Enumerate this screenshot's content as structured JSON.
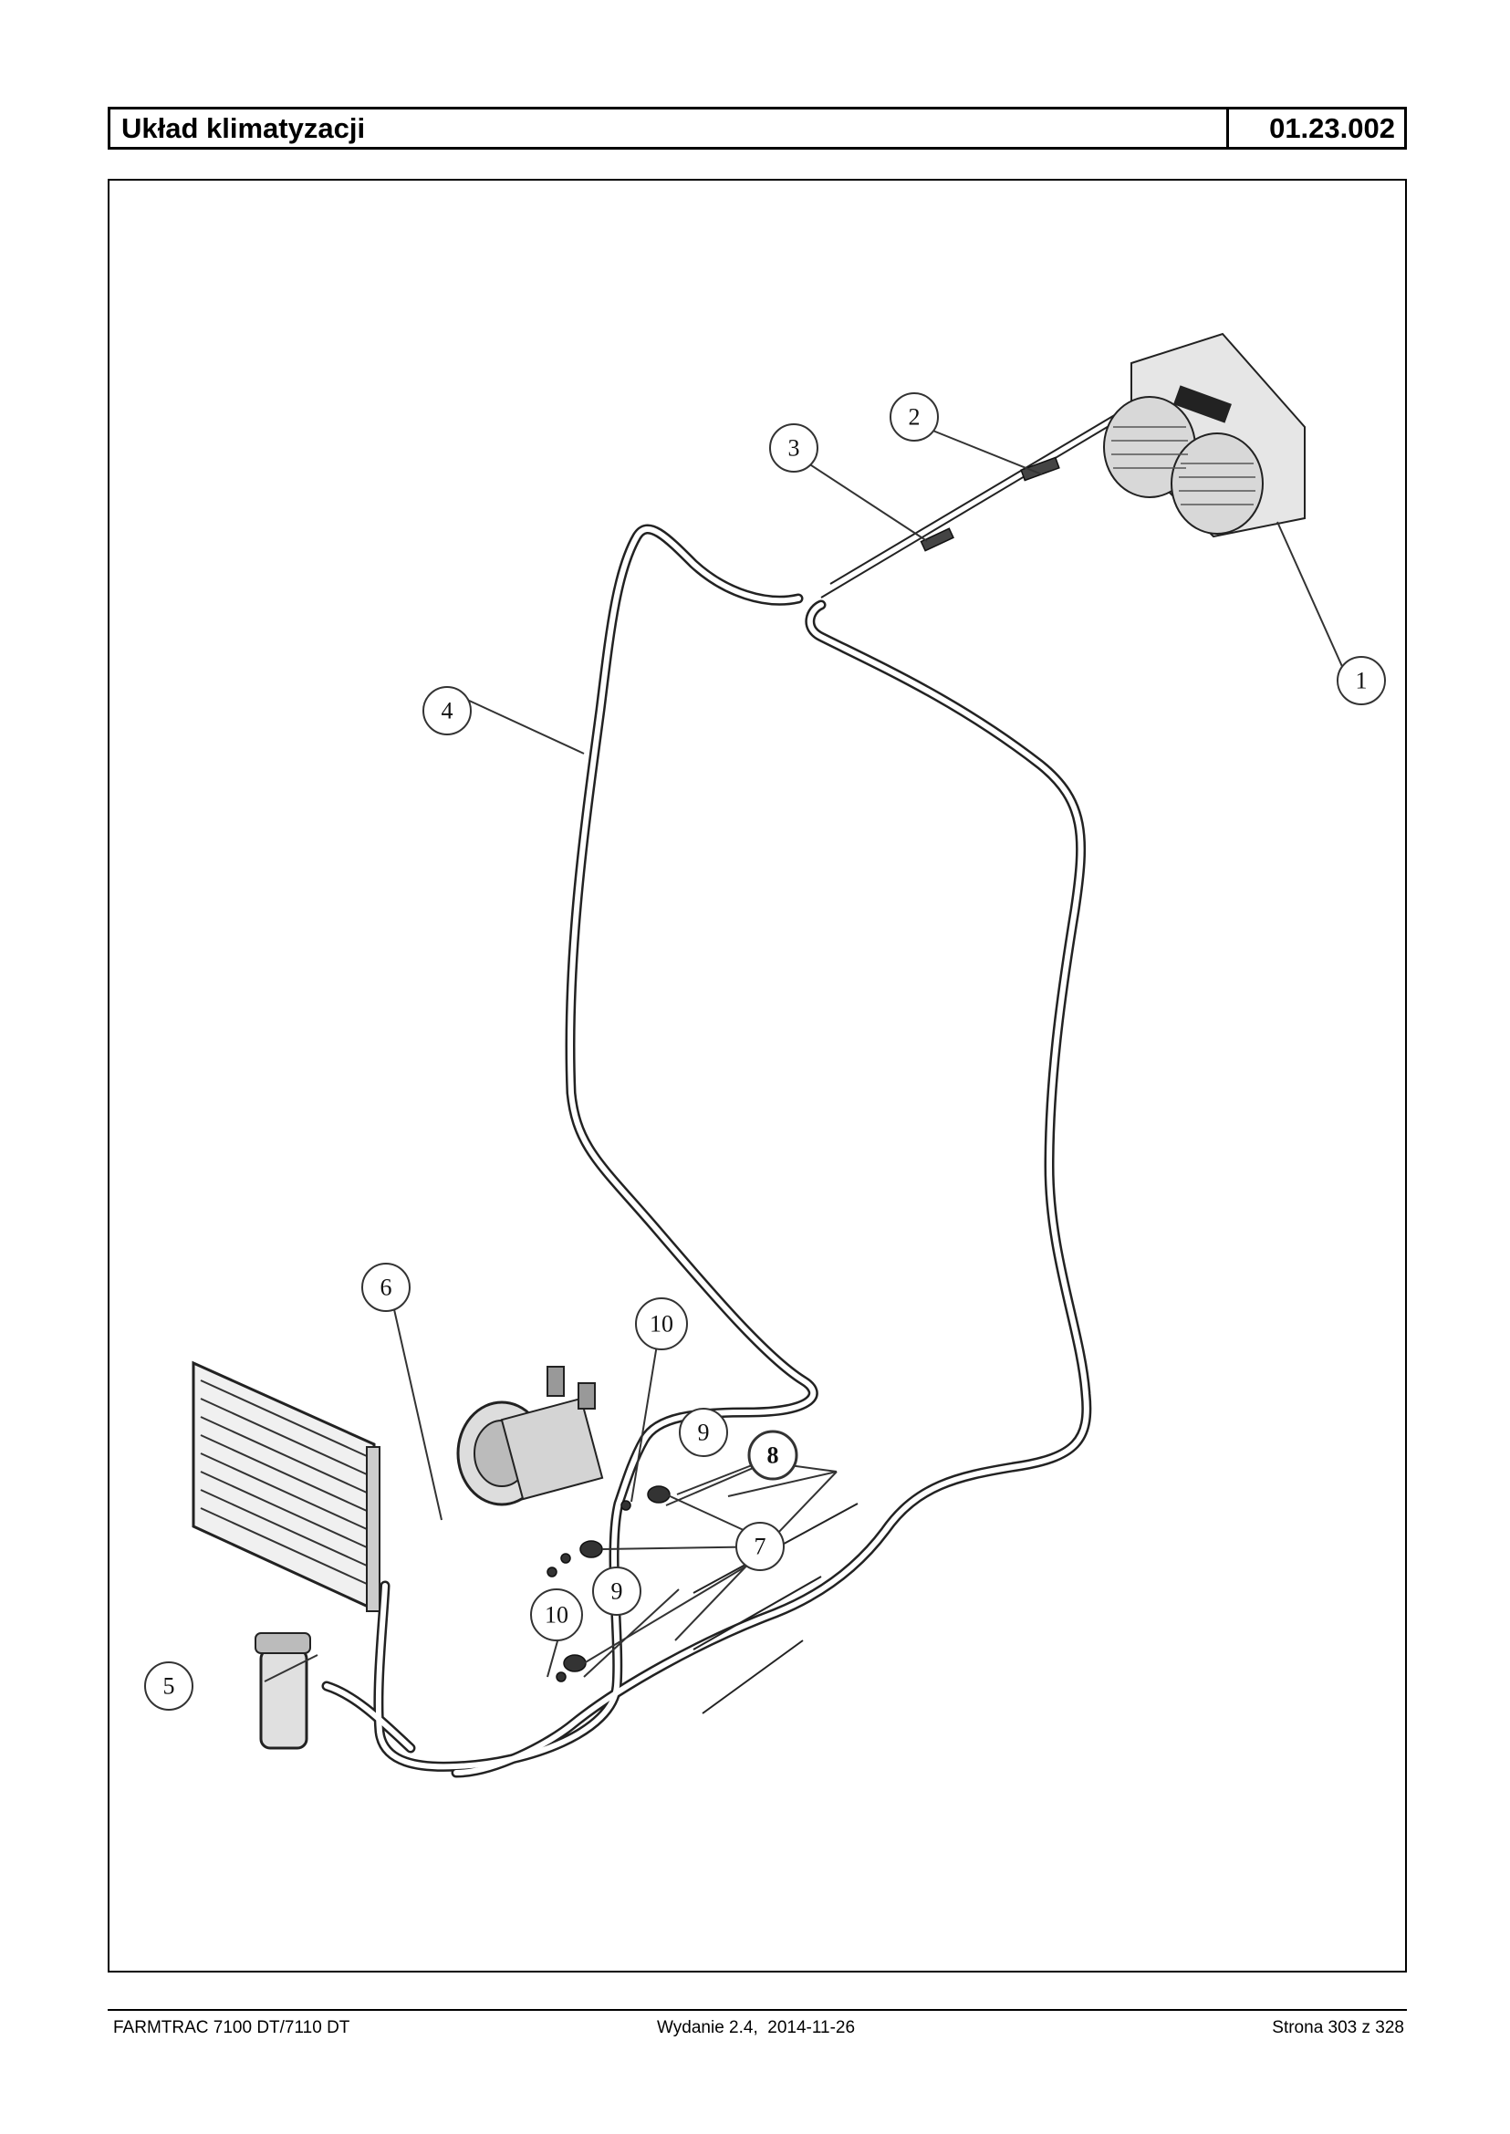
{
  "header": {
    "title": "Układ klimatyzacji",
    "code": "01.23.002"
  },
  "diagram": {
    "callouts": [
      "1",
      "2",
      "3",
      "4",
      "5",
      "6",
      "7",
      "8",
      "9",
      "10",
      "9",
      "10"
    ]
  },
  "footer": {
    "model": "FARMTRAC 7100 DT/7110 DT",
    "edition": "Wydanie 2.4,  2014-11-26",
    "page": "Strona 303 z 328"
  }
}
